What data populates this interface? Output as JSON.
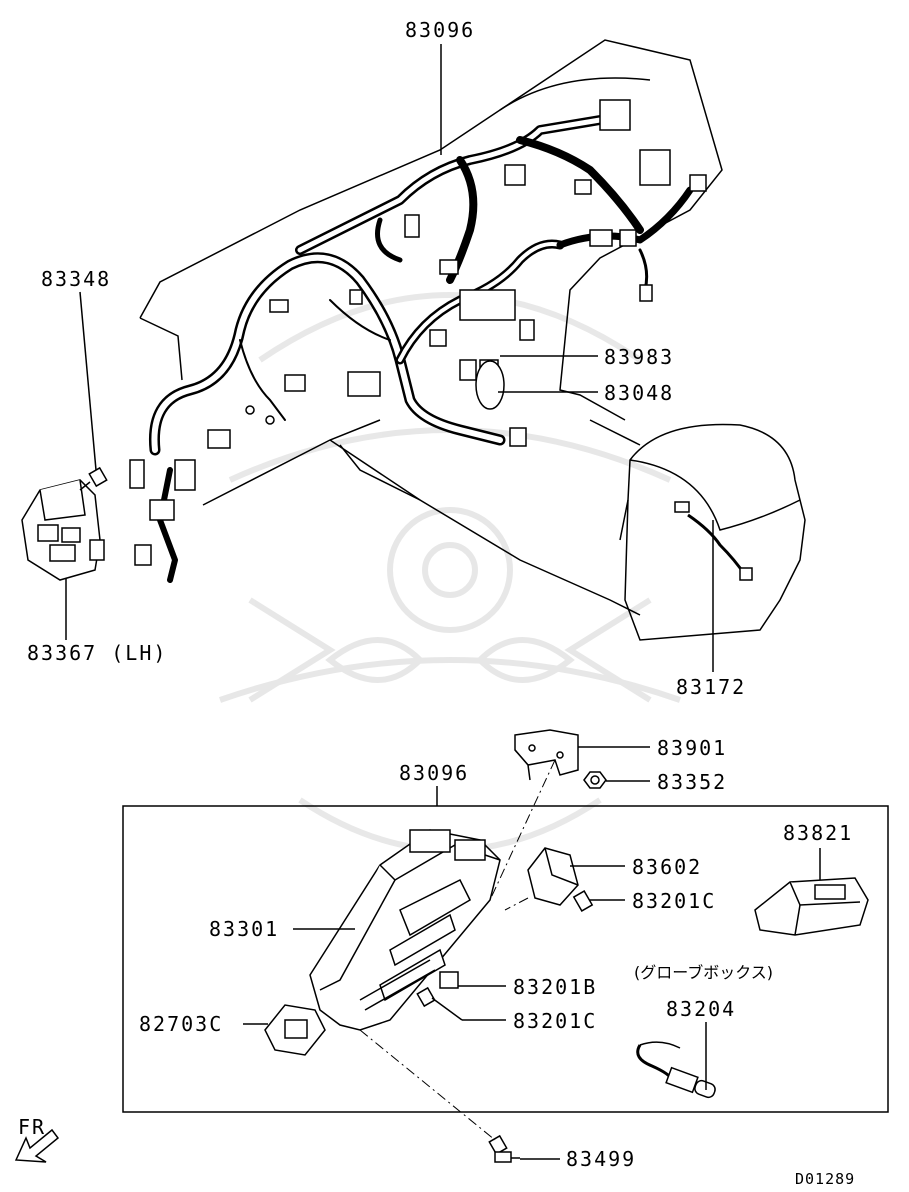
{
  "labels": {
    "p83096_top": "83096",
    "p83348": "83348",
    "p83367": "83367 (LH)",
    "p83983": "83983",
    "p83048": "83048",
    "p83172": "83172",
    "p83901": "83901",
    "p83352": "83352",
    "p83096_box": "83096",
    "p83821": "83821",
    "p83602": "83602",
    "p83201C_a": "83201C",
    "p83301": "83301",
    "p83201B": "83201B",
    "p82703C": "82703C",
    "p83201C_b": "83201C",
    "glovebox_note": "(グローブボックス)",
    "p83204": "83204",
    "p83499": "83499",
    "fr_marker": "FR",
    "diagram_code": "D01289"
  },
  "icons": {
    "front_arrow": "arrow-down-left-icon",
    "watermark": "samurai-helmet-watermark"
  },
  "colors": {
    "line": "#000000",
    "background": "#ffffff"
  }
}
